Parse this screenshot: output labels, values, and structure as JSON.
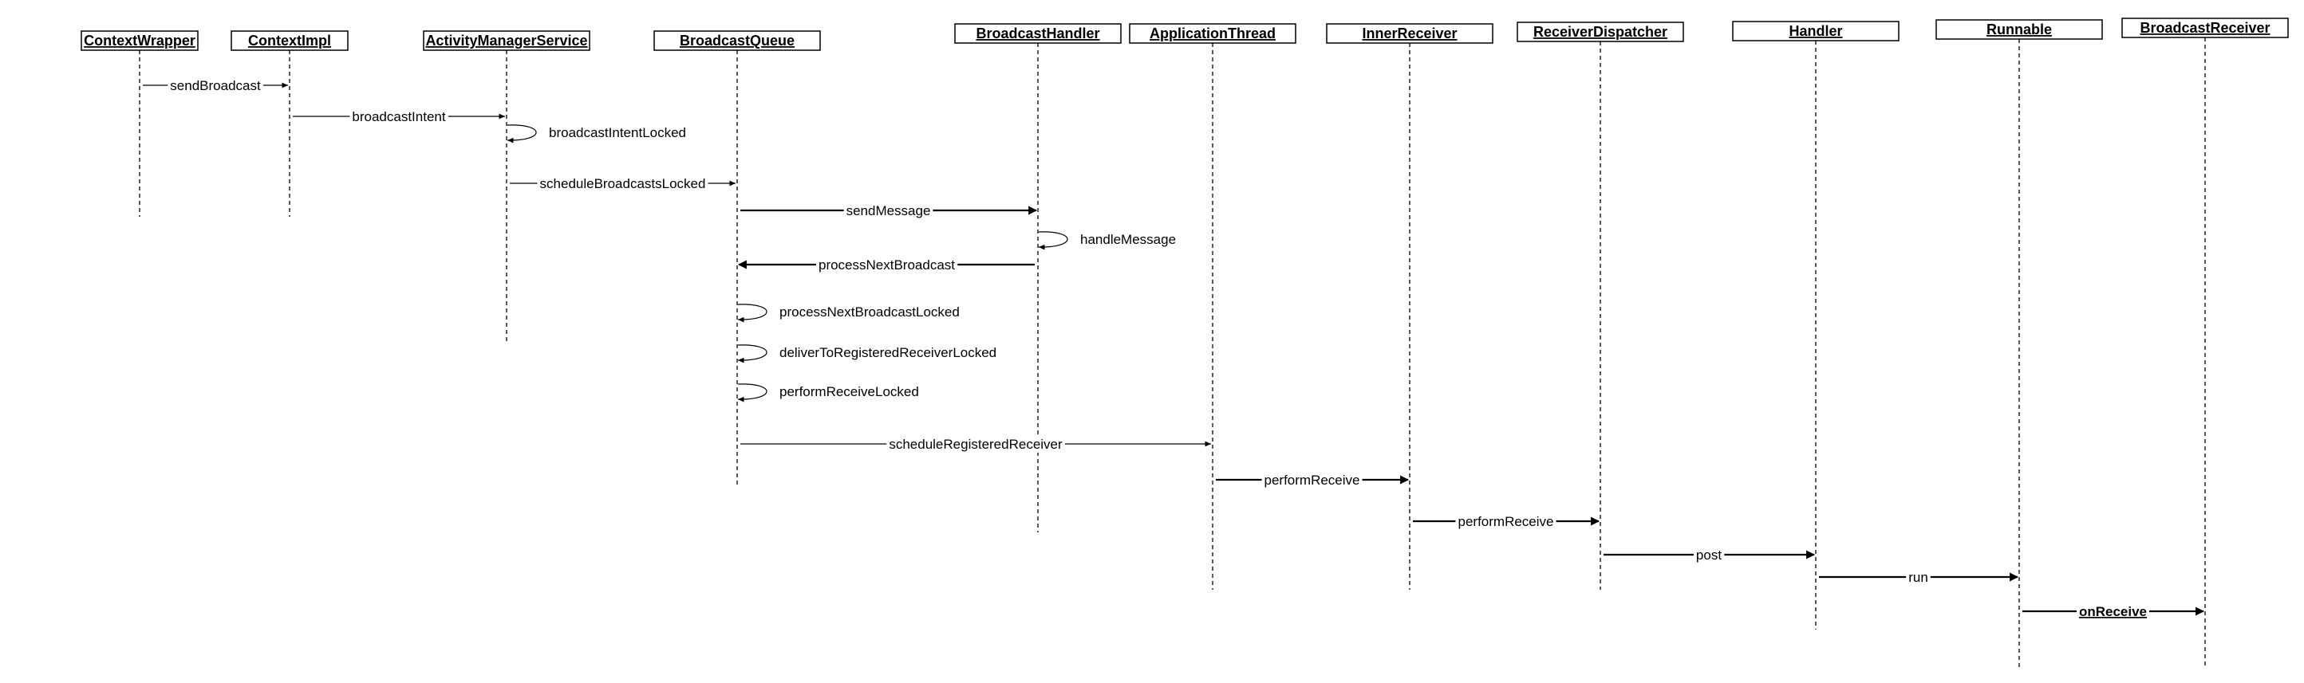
{
  "lifelines": [
    {
      "id": "context-wrapper",
      "name": "ContextWrapper"
    },
    {
      "id": "context-impl",
      "name": "ContextImpl"
    },
    {
      "id": "activity-manager-service",
      "name": "ActivityManagerService"
    },
    {
      "id": "broadcast-queue",
      "name": "BroadcastQueue"
    },
    {
      "id": "broadcast-handler",
      "name": "BroadcastHandler"
    },
    {
      "id": "application-thread",
      "name": "ApplicationThread"
    },
    {
      "id": "inner-receiver",
      "name": "InnerReceiver"
    },
    {
      "id": "receiver-dispatcher",
      "name": "ReceiverDispatcher"
    },
    {
      "id": "handler",
      "name": "Handler"
    },
    {
      "id": "runnable",
      "name": "Runnable"
    },
    {
      "id": "broadcast-receiver",
      "name": "BroadcastReceiver"
    }
  ],
  "messages": [
    {
      "from": 0,
      "to": 1,
      "label": "sendBroadcast",
      "style": "thin"
    },
    {
      "from": 1,
      "to": 2,
      "label": "broadcastIntent",
      "style": "thin"
    },
    {
      "from": 2,
      "to": 2,
      "label": "broadcastIntentLocked",
      "style": "self"
    },
    {
      "from": 2,
      "to": 3,
      "label": "scheduleBroadcastsLocked",
      "style": "thin"
    },
    {
      "from": 3,
      "to": 4,
      "label": "sendMessage",
      "style": "bold"
    },
    {
      "from": 4,
      "to": 4,
      "label": "handleMessage",
      "style": "self"
    },
    {
      "from": 4,
      "to": 3,
      "label": "processNextBroadcast",
      "style": "bold"
    },
    {
      "from": 3,
      "to": 3,
      "label": "processNextBroadcastLocked",
      "style": "self"
    },
    {
      "from": 3,
      "to": 3,
      "label": "deliverToRegisteredReceiverLocked",
      "style": "self"
    },
    {
      "from": 3,
      "to": 3,
      "label": "performReceiveLocked",
      "style": "self"
    },
    {
      "from": 3,
      "to": 5,
      "label": "scheduleRegisteredReceiver",
      "style": "thin"
    },
    {
      "from": 5,
      "to": 6,
      "label": "performReceive",
      "style": "bold"
    },
    {
      "from": 6,
      "to": 7,
      "label": "performReceive",
      "style": "bold"
    },
    {
      "from": 7,
      "to": 8,
      "label": "post",
      "style": "bold"
    },
    {
      "from": 8,
      "to": 9,
      "label": "run",
      "style": "bold"
    },
    {
      "from": 9,
      "to": 10,
      "label": "onReceive",
      "style": "bold-underline"
    }
  ]
}
